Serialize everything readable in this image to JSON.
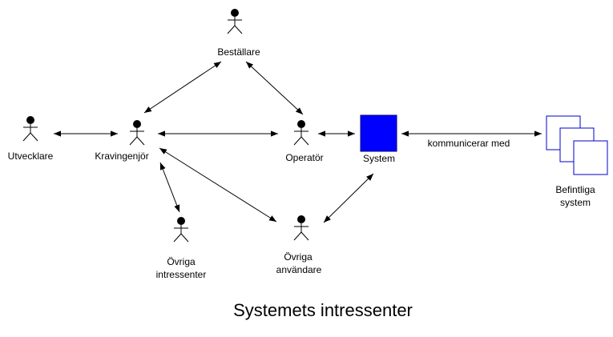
{
  "title": "Systemets intressenter",
  "colors": {
    "system_fill": "#0000ff",
    "system_stroke": "#000080",
    "doc_stroke": "#0000cc",
    "line": "#000000"
  },
  "actors": {
    "bestallare": {
      "label": "Beställare",
      "icon": "stick-figure-icon"
    },
    "utvecklare": {
      "label": "Utvecklare",
      "icon": "stick-figure-icon"
    },
    "kravingenjor": {
      "label": "Kravingenjör",
      "icon": "stick-figure-icon"
    },
    "operator": {
      "label": "Operatör",
      "icon": "stick-figure-icon"
    },
    "ovriga_intressenter": {
      "line1": "Övriga",
      "line2": "intressenter",
      "icon": "stick-figure-icon"
    },
    "ovriga_anvandare": {
      "line1": "Övriga",
      "line2": "användare",
      "icon": "stick-figure-icon"
    }
  },
  "system": {
    "label": "System",
    "icon": "system-box-icon"
  },
  "befintliga_system": {
    "line1": "Befintliga",
    "line2": "system",
    "icon": "stacked-documents-icon"
  },
  "edges": {
    "system_befintliga": {
      "label": "kommunicerar med"
    }
  }
}
